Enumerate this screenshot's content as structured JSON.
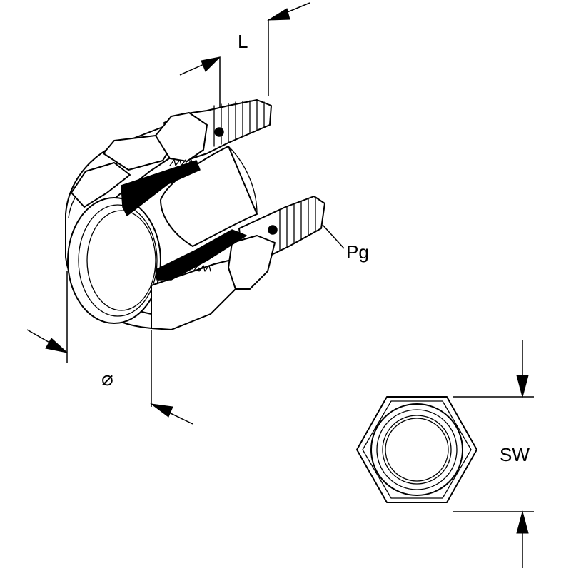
{
  "labels": {
    "length": "L",
    "thread": "Pg",
    "diameter": "⌀",
    "wrench_size": "SW"
  }
}
